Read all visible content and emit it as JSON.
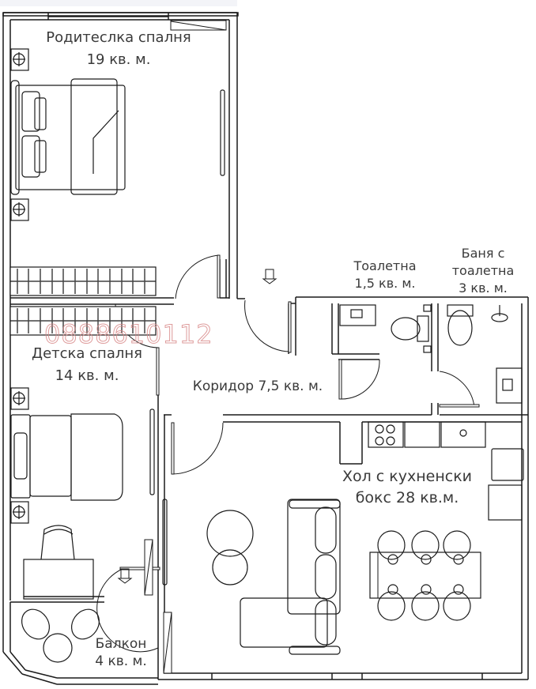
{
  "plan": {
    "rooms": [
      {
        "id": "master-bedroom",
        "name": "Родитеслка спалня",
        "area": "19 кв. м."
      },
      {
        "id": "kids-bedroom",
        "name": "Детска спалня",
        "area": "14 кв. м."
      },
      {
        "id": "corridor",
        "name": "Коридор 7,5 кв. м.",
        "area": ""
      },
      {
        "id": "toilet",
        "name": "Тоалетна",
        "area": "1,5 кв. м."
      },
      {
        "id": "bathroom",
        "name": "Баня с",
        "name2": "тоалетна",
        "area": "3 кв. м."
      },
      {
        "id": "living-kitchen",
        "name": "Хол с кухненски",
        "area": "бокс 28 кв.м."
      },
      {
        "id": "balcony",
        "name": "Балкон",
        "area": "4 кв. м."
      }
    ],
    "watermark": "0888610112",
    "colors": {
      "wall": "#1a1a1a",
      "text": "#3a3a3a",
      "watermark": "#d98a8a",
      "background": "#ffffff"
    }
  }
}
